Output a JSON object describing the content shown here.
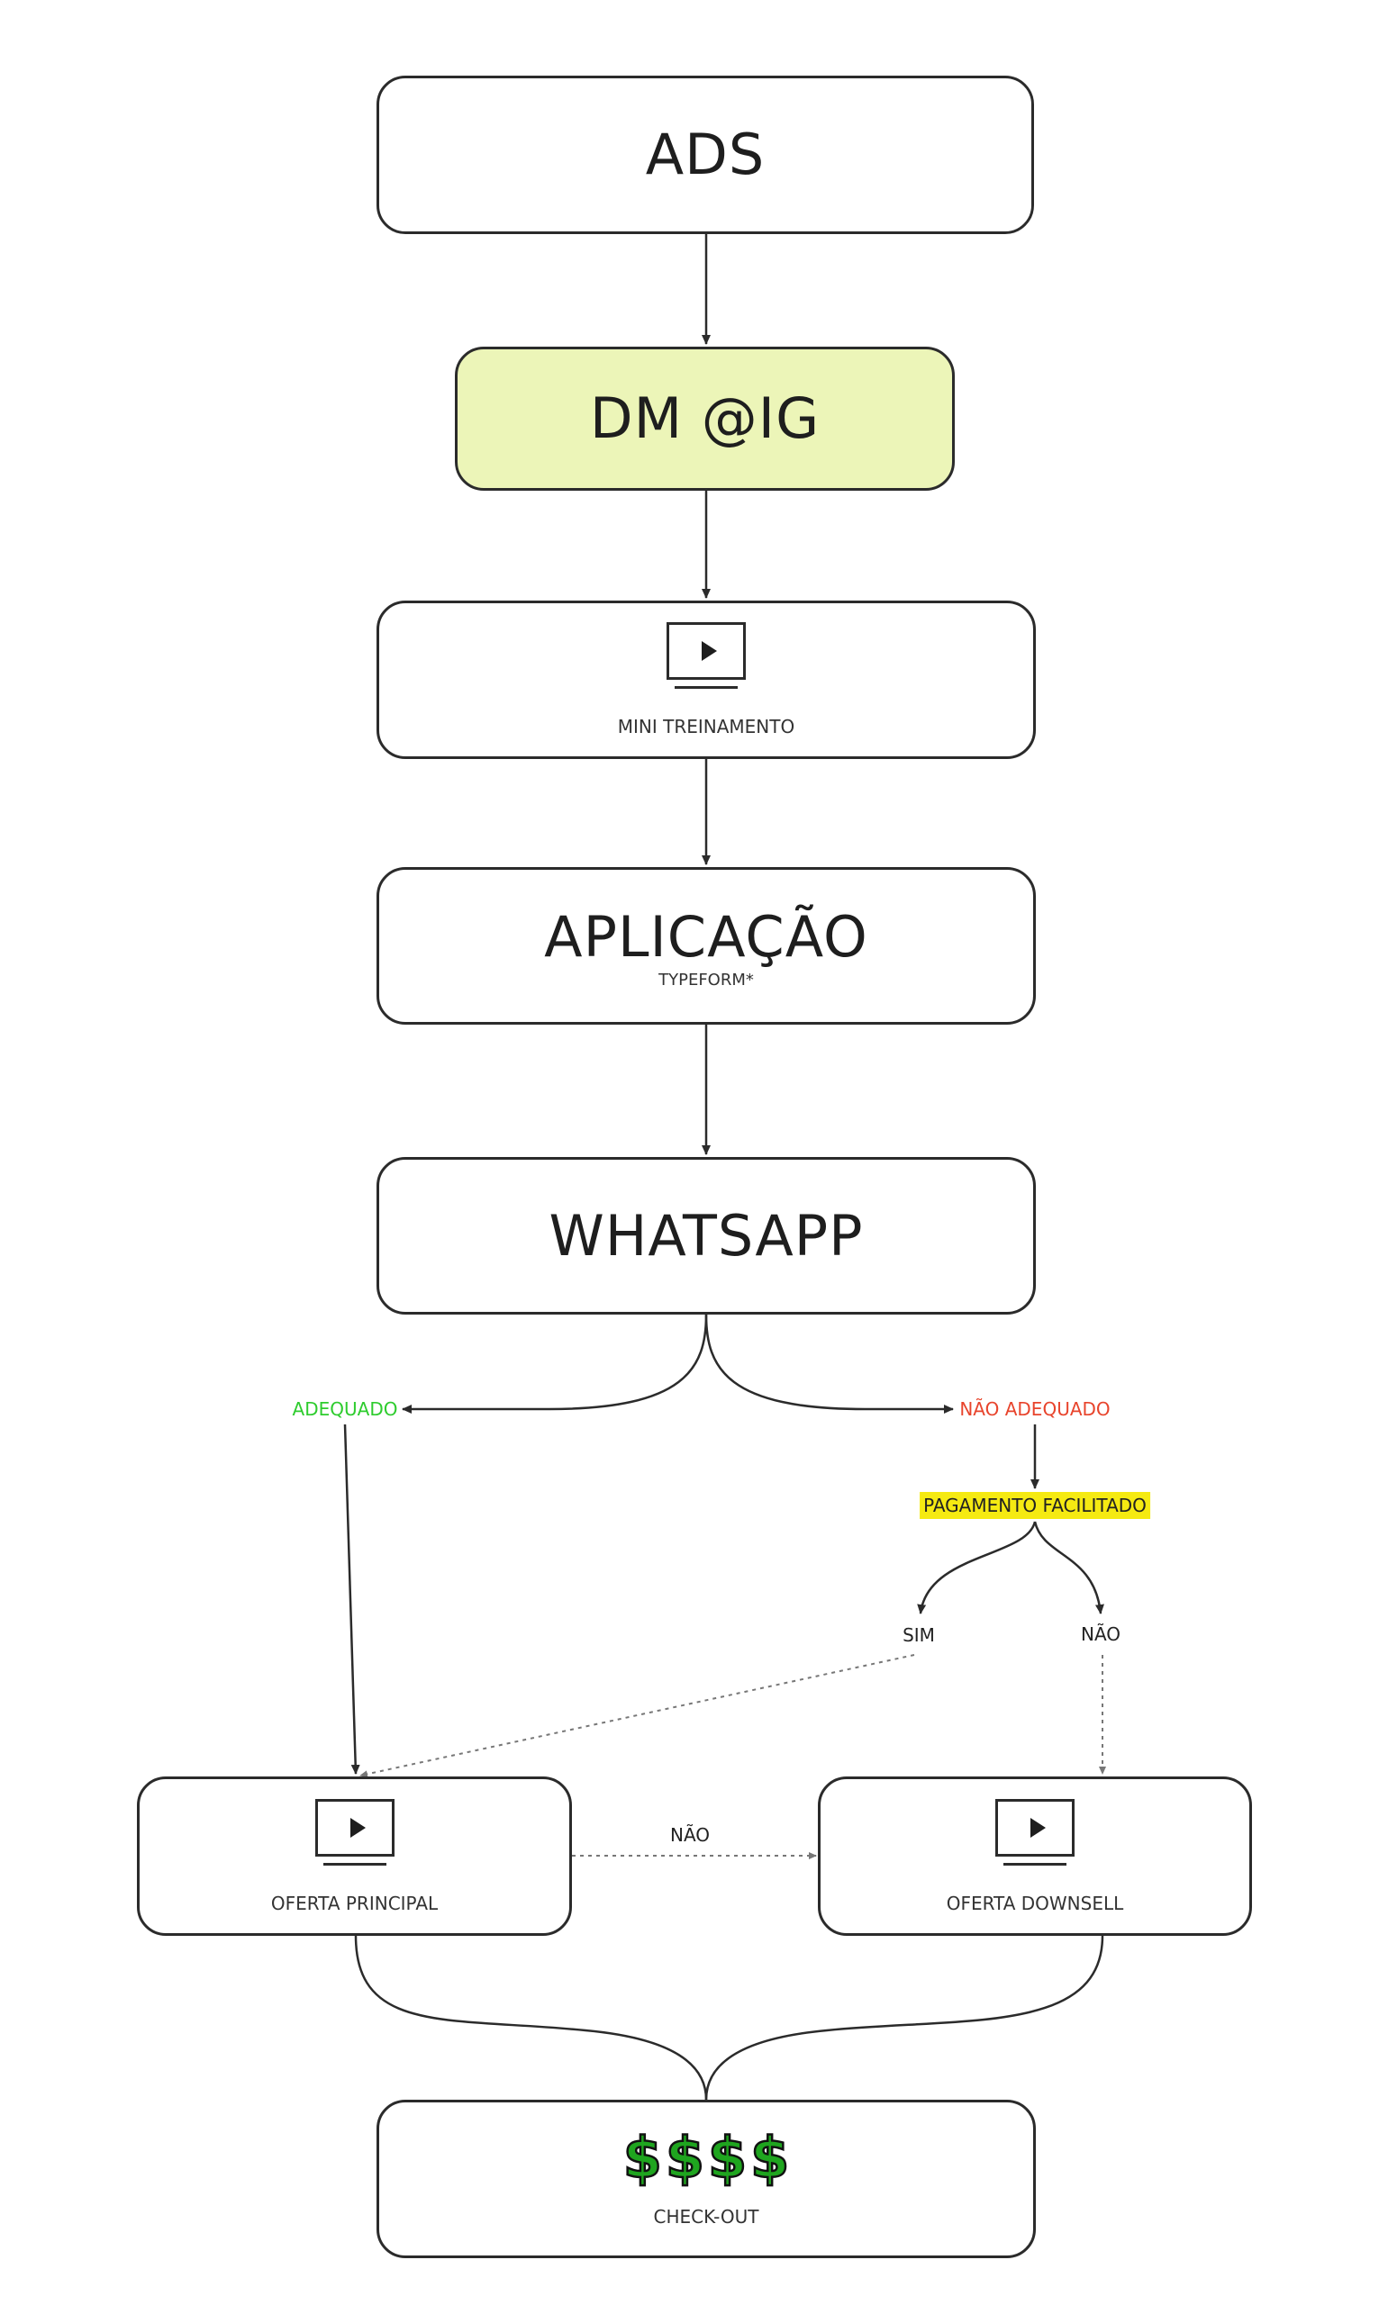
{
  "nodes": {
    "ads": {
      "label": "ADS"
    },
    "dm_ig": {
      "label": "DM @IG"
    },
    "mini_treinamento": {
      "label": "MINI TREINAMENTO",
      "icon": "video-player-icon"
    },
    "aplicacao": {
      "label": "APLICAÇÃO",
      "sublabel": "TYPEFORM*"
    },
    "whatsapp": {
      "label": "WHATSAPP"
    },
    "oferta_principal": {
      "label": "OFERTA PRINCIPAL",
      "icon": "video-player-icon"
    },
    "oferta_downsell": {
      "label": "OFERTA DOWNSELL",
      "icon": "video-player-icon"
    },
    "checkout": {
      "label": "CHECK-OUT",
      "icon": "dollar-sign-icon",
      "symbols": [
        "$",
        "$",
        "$",
        "$"
      ]
    }
  },
  "branches": {
    "adequado": "ADEQUADO",
    "nao_adequado": "NÃO ADEQUADO",
    "pagamento_facilitado": "PAGAMENTO FACILITADO",
    "sim": "SIM",
    "nao": "NÃO",
    "nao_downsell": "NÃO"
  },
  "colors": {
    "dm_ig_fill": "#ecf5b8",
    "adequado": "#2ecc2e",
    "nao_adequado": "#e8442c",
    "highlight": "#f5ea12",
    "dollar": "#1fa51f",
    "stroke": "#2b2b2b"
  }
}
